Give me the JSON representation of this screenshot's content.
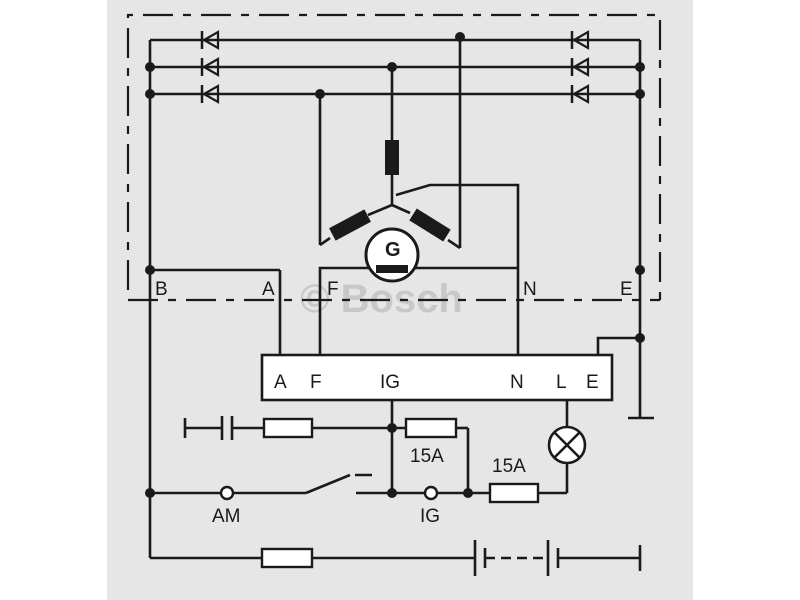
{
  "colors": {
    "paper": "#e6e6e6",
    "ink": "#1a1a1a",
    "watermark": "#c8c8c8"
  },
  "watermark": {
    "text": "© Bosch"
  },
  "generator": {
    "symbol_label": "G",
    "terminals": {
      "b": "B",
      "a": "A",
      "f": "F",
      "n": "N",
      "e": "E"
    }
  },
  "regulator": {
    "terminals": {
      "a": "A",
      "f": "F",
      "ig": "IG",
      "n": "N",
      "l": "L",
      "e": "E"
    }
  },
  "fuses": {
    "fuse1": "15A",
    "fuse2": "15A"
  },
  "switch": {
    "am": "AM",
    "ig": "IG"
  }
}
